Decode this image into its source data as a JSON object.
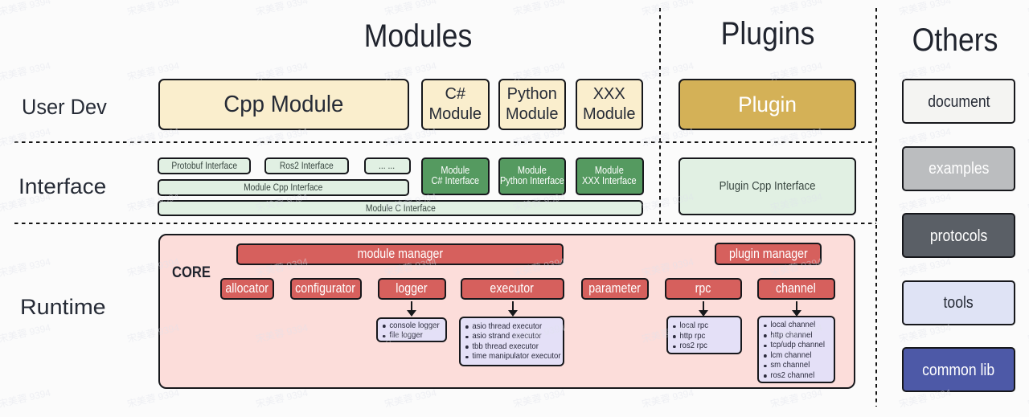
{
  "watermark": {
    "text": "宋美蓉 9394"
  },
  "headers": {
    "modules": "Modules",
    "plugins": "Plugins",
    "others": "Others"
  },
  "row_labels": {
    "user_dev": "User Dev",
    "interface": "Interface",
    "runtime": "Runtime"
  },
  "modules_row": {
    "cpp_module": "Cpp Module",
    "csharp_module": {
      "lines": [
        "C#",
        "Module"
      ]
    },
    "python_module": {
      "lines": [
        "Python",
        "Module"
      ]
    },
    "xxx_module": {
      "lines": [
        "XXX",
        "Module"
      ]
    },
    "plugin": "Plugin"
  },
  "others_column": {
    "document": "document",
    "examples": "examples",
    "protocols": "protocols",
    "tools": "tools",
    "common_lib": "common lib"
  },
  "interface_row": {
    "protobuf_interface": "Protobuf Interface",
    "ros2_interface": "Ros2 Interface",
    "ellipsis": "... ...",
    "module_cpp_interface": "Module Cpp Interface",
    "module_c_interface": "Module C Interface",
    "module_csharp_interface": {
      "lines": [
        "Module",
        "C# Interface"
      ]
    },
    "module_python_interface": {
      "lines": [
        "Module",
        "Python Interface"
      ]
    },
    "module_xxx_interface": {
      "lines": [
        "Module",
        "XXX Interface"
      ]
    },
    "plugin_cpp_interface": "Plugin Cpp Interface"
  },
  "runtime": {
    "core_label": "CORE",
    "module_manager": "module manager",
    "plugin_manager": "plugin manager",
    "allocator": "allocator",
    "configurator": "configurator",
    "logger": "logger",
    "executor": "executor",
    "parameter": "parameter",
    "rpc": "rpc",
    "channel": "channel",
    "logger_impls": [
      "console logger",
      "file logger"
    ],
    "executor_impls": [
      "asio thread executor",
      "asio strand executor",
      "tbb thread executor",
      "time manipulator executor"
    ],
    "rpc_impls": [
      "local rpc",
      "http rpc",
      "ros2 rpc"
    ],
    "channel_impls": [
      "local channel",
      "http channel",
      "tcp/udp channel",
      "lcm channel",
      "sm channel",
      "ros2 channel"
    ]
  },
  "colors": {
    "module_fill": "#faeecd",
    "plugin_fill": "#d4b157",
    "interface_light_fill": "#e1f0e3",
    "interface_dark_fill": "#559a60",
    "core_fill": "#fcddda",
    "runtime_component_fill": "#d6605d",
    "impl_list_fill": "#e4e0f7",
    "document_fill": "#f4f4f2",
    "examples_fill": "#bbbdbf",
    "protocols_fill": "#5a5f66",
    "tools_fill": "#dfe3f5",
    "common_lib_fill": "#4d59a7"
  }
}
